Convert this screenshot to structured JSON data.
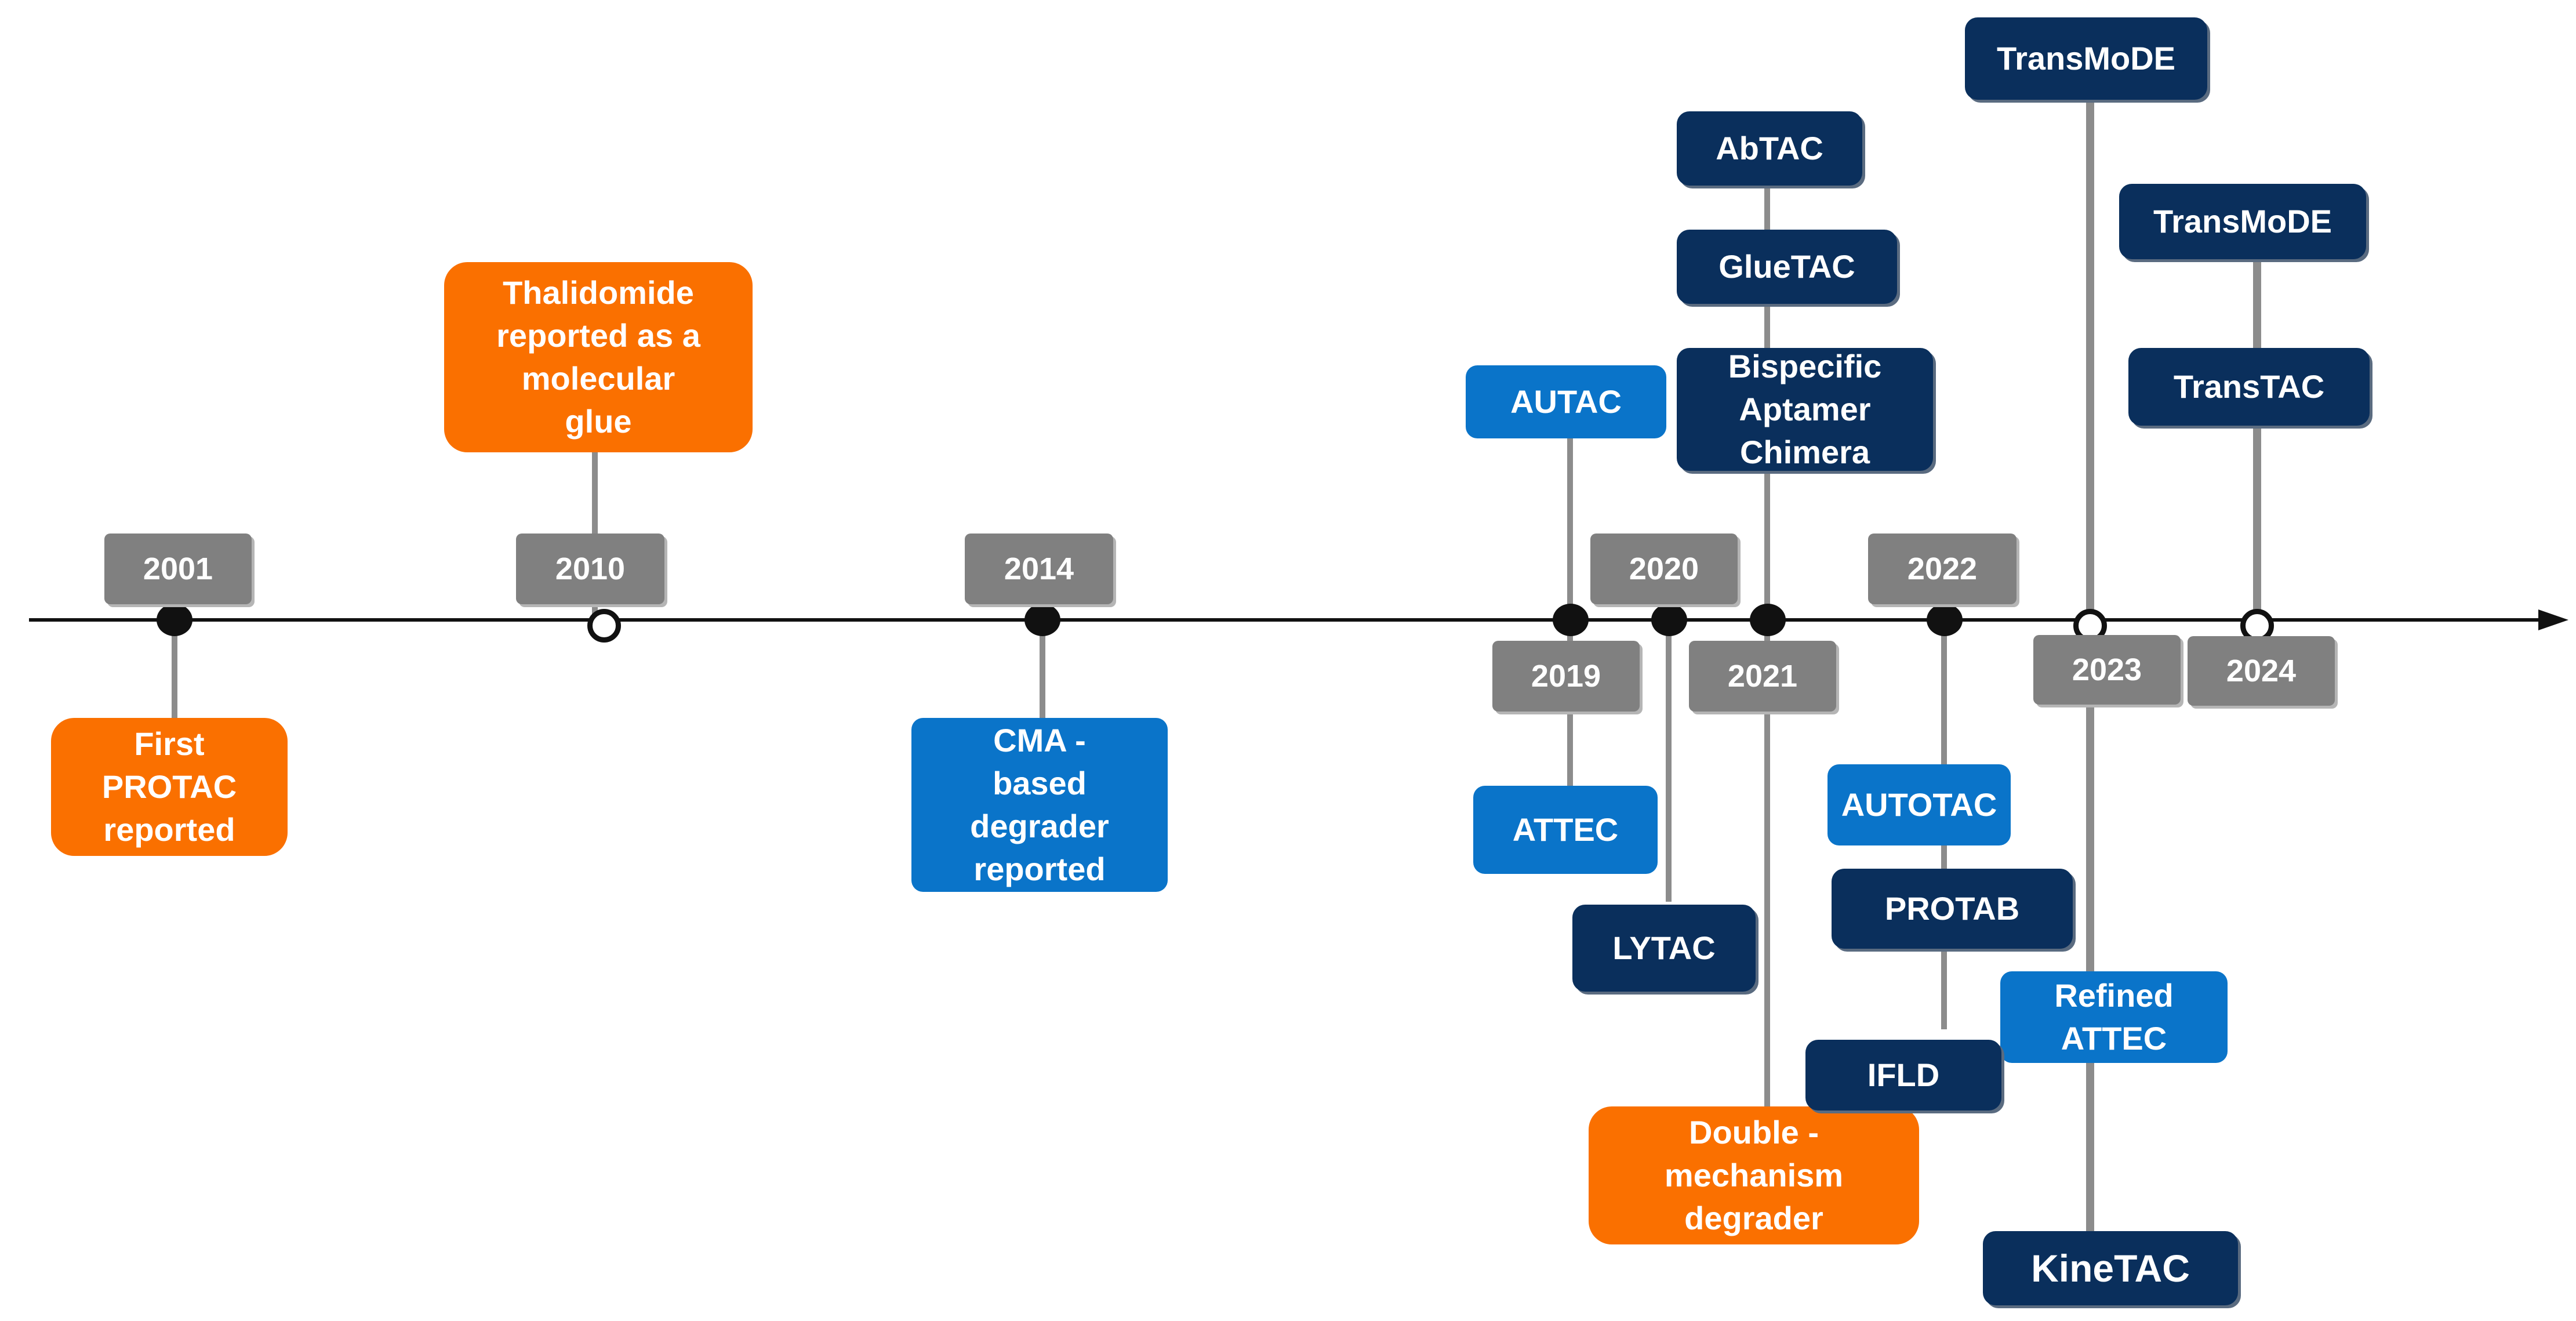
{
  "colors": {
    "orange": "#fa7000",
    "light_blue": "#0a74c9",
    "navy": "#0a2f5c",
    "year_gray": "#808080",
    "axis": "#111111",
    "connector": "#8c8c8c"
  },
  "years": {
    "y2001": "2001",
    "y2010": "2010",
    "y2014": "2014",
    "y2019": "2019",
    "y2020": "2020",
    "y2021": "2021",
    "y2022": "2022",
    "y2023": "2023",
    "y2024": "2024"
  },
  "events": {
    "first_protac": "First\nPROTAC\nreported",
    "thalidomide": "Thalidomide\nreported as a\nmolecular\nglue",
    "cma_degrader": "CMA -\nbased\ndegrader\nreported",
    "autac": "AUTAC",
    "attec": "ATTEC",
    "lytac": "LYTAC",
    "abtac": "AbTAC",
    "gluetac": "GlueTAC",
    "bispecific_aptamer": "Bispecific\nAptamer\nChimera",
    "double_mechanism": "Double -\nmechanism\ndegrader",
    "autotac": "AUTOTAC",
    "protab": "PROTAB",
    "ifld": "IFLD",
    "transmode_2023": "TransMoDE",
    "refined_attec": "Refined\nATTEC",
    "kinetac": "KineTAC",
    "transmode_2024": "TransMoDE",
    "transtac": "TransTAC"
  }
}
